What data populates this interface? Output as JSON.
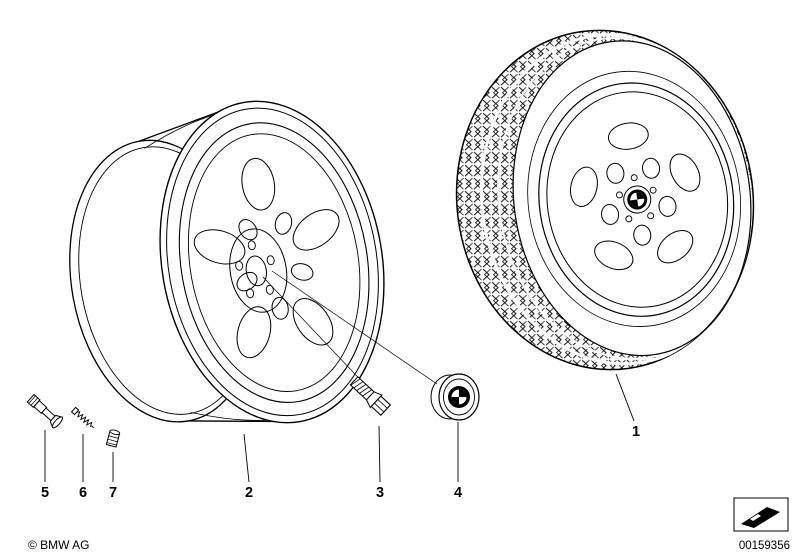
{
  "footer": {
    "copyright": "© BMW AG",
    "document_number": "00159356"
  },
  "callouts": [
    {
      "label": "1",
      "part": "complete-wheel-with-tire"
    },
    {
      "label": "2",
      "part": "light-alloy-rim"
    },
    {
      "label": "3",
      "part": "wheel-bolt"
    },
    {
      "label": "4",
      "part": "hub-cap-bmw-roundel"
    },
    {
      "label": "5",
      "part": "valve-stem"
    },
    {
      "label": "6",
      "part": "valve-core"
    },
    {
      "label": "7",
      "part": "valve-cap"
    }
  ],
  "icons": {
    "center_emblem": "bmw-roundel-icon",
    "corner_symbol": "direction-flag-icon"
  },
  "colors": {
    "line": "#000000",
    "background": "#ffffff"
  }
}
